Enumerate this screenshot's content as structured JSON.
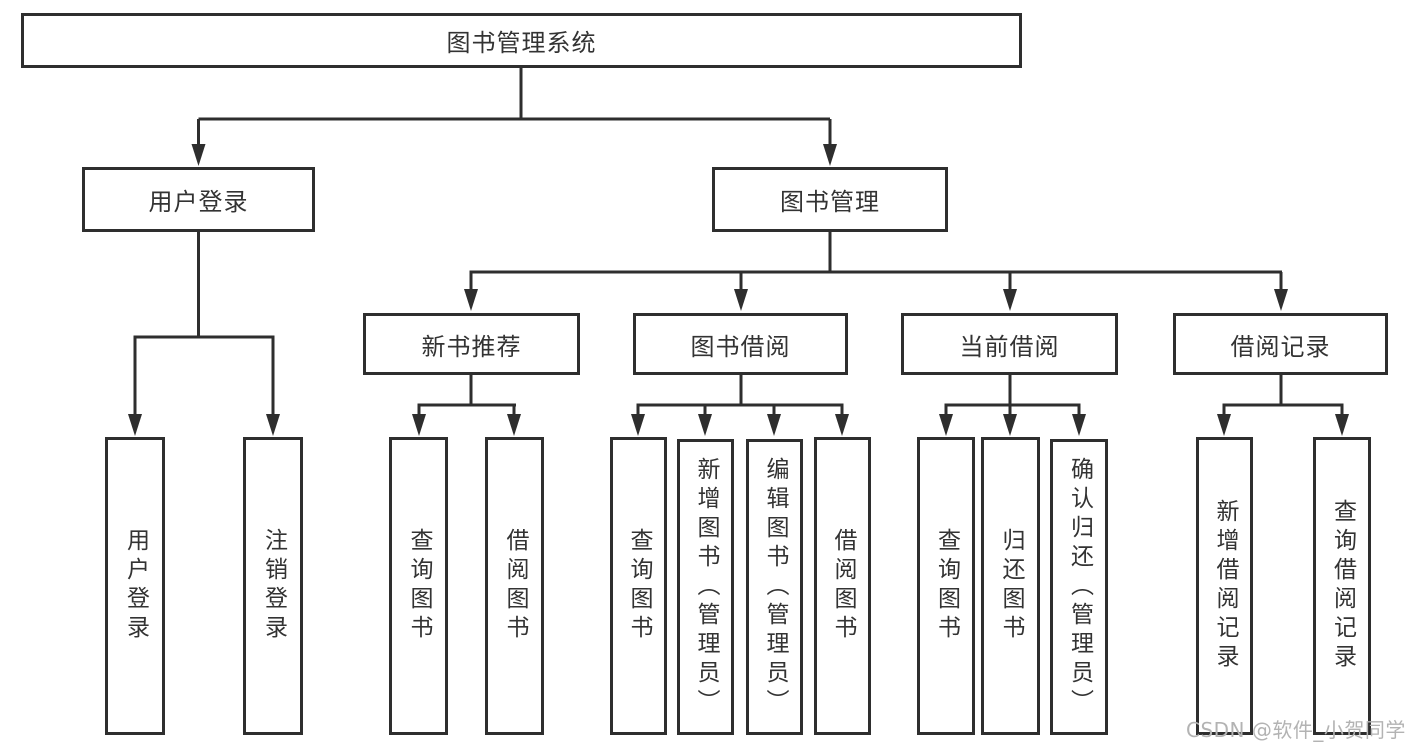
{
  "colors": {
    "line": "#2e2e2e",
    "text": "#333333",
    "watermark": "#b3b3b3",
    "background": "#ffffff"
  },
  "watermark": {
    "text": "CSDN @软件_小贺同学"
  },
  "tree": {
    "root": "图书管理系统",
    "branches": [
      {
        "label": "用户登录",
        "leaves": [
          "用户登录",
          "注销登录"
        ]
      },
      {
        "label": "图书管理",
        "sections": [
          {
            "label": "新书推荐",
            "leaves": [
              "查询图书",
              "借阅图书"
            ]
          },
          {
            "label": "图书借阅",
            "leaves": [
              "查询图书",
              "新增图书（管理员）",
              "编辑图书（管理员）",
              "借阅图书"
            ]
          },
          {
            "label": "当前借阅",
            "leaves": [
              "查询图书",
              "归还图书",
              "确认归还（管理员）"
            ]
          },
          {
            "label": "借阅记录",
            "leaves": [
              "新增借阅记录",
              "查询借阅记录"
            ]
          }
        ]
      }
    ]
  }
}
